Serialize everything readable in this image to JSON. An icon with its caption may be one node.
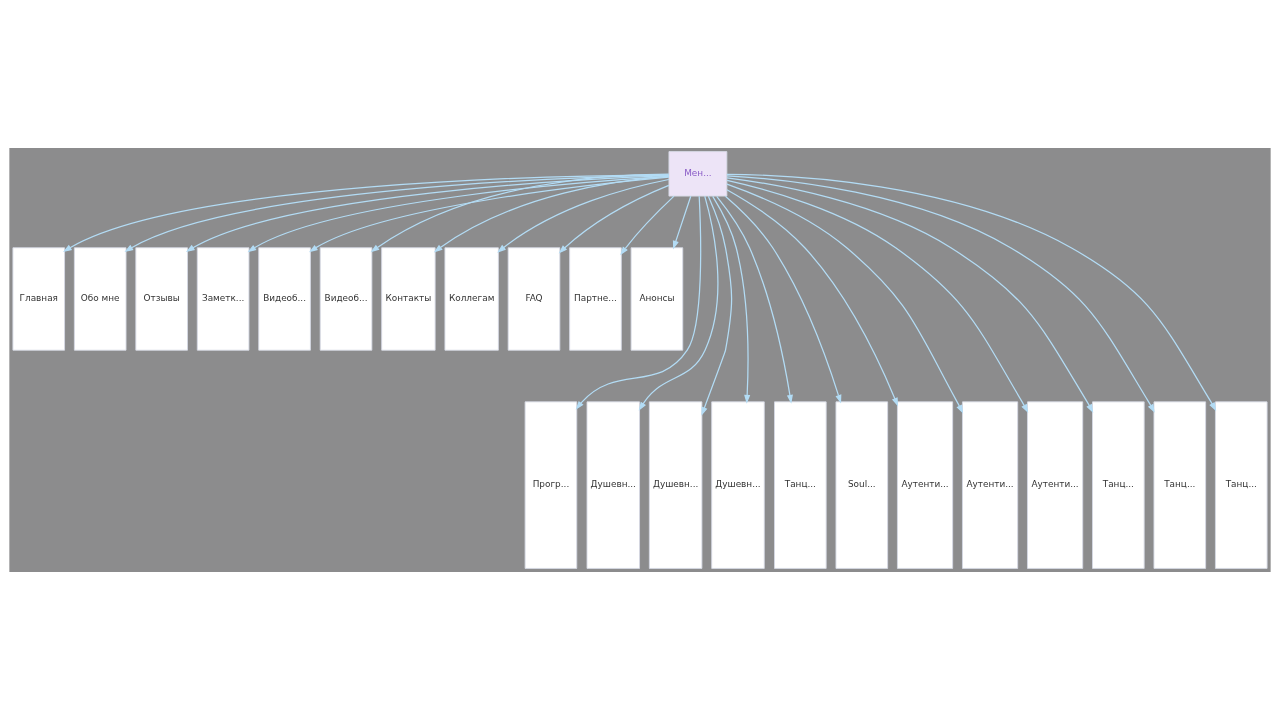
{
  "diagram": {
    "nodes": [
      {
        "text": [
          "Мен..."
        ]
      },
      {
        "text": [
          "Главная"
        ]
      },
      {
        "text": [
          "Обо мне"
        ]
      },
      {
        "text": [
          "Отзывы"
        ]
      },
      {
        "text": [
          "Заметк..."
        ]
      },
      {
        "text": [
          "Видеоб..."
        ]
      },
      {
        "text": [
          "Видеоб..."
        ]
      },
      {
        "text": [
          "Контакты"
        ]
      },
      {
        "text": [
          "Коллегам"
        ]
      },
      {
        "text": [
          "FAQ"
        ]
      },
      {
        "text": [
          "Партне..."
        ]
      },
      {
        "text": [
          "Анонсы"
        ]
      },
      {
        "text": [
          "Прогр..."
        ]
      },
      {
        "text": [
          "Душевн..."
        ]
      },
      {
        "text": [
          "Душевн..."
        ]
      },
      {
        "text": [
          "Душевн..."
        ]
      },
      {
        "text": [
          "Танц..."
        ]
      },
      {
        "text": [
          "Soul..."
        ]
      },
      {
        "text": [
          "Аутенти..."
        ]
      },
      {
        "text": [
          "Аутенти..."
        ]
      },
      {
        "text": [
          "Аутенти..."
        ]
      },
      {
        "text": [
          "Танц..."
        ]
      },
      {
        "text": [
          "Танц..."
        ]
      },
      {
        "text": [
          "Танц..."
        ]
      }
    ],
    "edges": [
      {
        "from": 0,
        "to": 1,
        "arrow": "to"
      },
      {
        "from": 0,
        "to": 2,
        "arrow": "to"
      },
      {
        "from": 0,
        "to": 3,
        "arrow": "to"
      },
      {
        "from": 0,
        "to": 4,
        "arrow": "to"
      },
      {
        "from": 0,
        "to": 5,
        "arrow": "to"
      },
      {
        "from": 0,
        "to": 6,
        "arrow": "to"
      },
      {
        "from": 0,
        "to": 7,
        "arrow": "to"
      },
      {
        "from": 0,
        "to": 8,
        "arrow": "to"
      },
      {
        "from": 0,
        "to": 9,
        "arrow": "to"
      },
      {
        "from": 0,
        "to": 10,
        "arrow": "to"
      },
      {
        "from": 0,
        "to": 11,
        "arrow": "to"
      },
      {
        "from": 0,
        "to": 12,
        "arrow": "to"
      },
      {
        "from": 0,
        "to": 13,
        "arrow": "to"
      },
      {
        "from": 0,
        "to": 14,
        "arrow": "to"
      },
      {
        "from": 0,
        "to": 15,
        "arrow": "to"
      },
      {
        "from": 0,
        "to": 16,
        "arrow": "to"
      },
      {
        "from": 0,
        "to": 17,
        "arrow": "to"
      },
      {
        "from": 0,
        "to": 18,
        "arrow": "to"
      },
      {
        "from": 0,
        "to": 19,
        "arrow": "to"
      },
      {
        "from": 0,
        "to": 20,
        "arrow": "to"
      },
      {
        "from": 0,
        "to": 21,
        "arrow": "to"
      },
      {
        "from": 0,
        "to": 22,
        "arrow": "to"
      },
      {
        "from": 0,
        "to": 23,
        "arrow": "to"
      }
    ]
  }
}
